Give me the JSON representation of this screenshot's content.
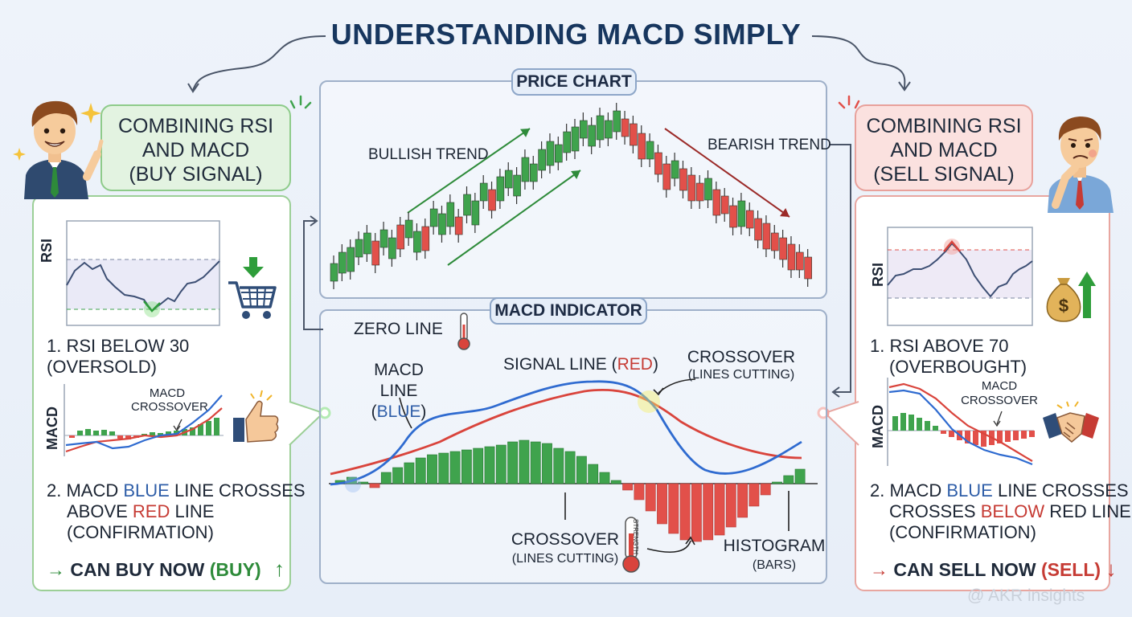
{
  "title": "UNDERSTANDING MACD SIMPLY",
  "left": {
    "header_lines": [
      "COMBINING RSI",
      "AND MACD",
      "(BUY SIGNAL)"
    ],
    "rsi_axis": "RSI",
    "step1_lines": [
      "1. RSI BELOW 30",
      "(OVERSOLD)"
    ],
    "macd_axis": "MACD",
    "crossover_label_lines": [
      "MACD",
      "CROSSOVER"
    ],
    "step2": {
      "line1_prefix": "2. MACD ",
      "line1_blue": "BLUE",
      "line1_suffix": " LINE CROSSES",
      "line2_prefix": "ABOVE ",
      "line2_red": "RED",
      "line2_suffix": " LINE",
      "line3": "(CONFIRMATION)"
    },
    "action": {
      "arrow": "→",
      "text": "CAN BUY NOW",
      "tag": "(BUY)",
      "icon": "↑"
    },
    "icons": [
      "cart-down-icon",
      "thumbs-up-icon",
      "happy-man-icon"
    ]
  },
  "right": {
    "header_lines": [
      "COMBINING RSI",
      "AND MACD",
      "(SELL SIGNAL)"
    ],
    "rsi_axis": "RSI",
    "step1_lines": [
      "1. RSI ABOVE 70",
      "(OVERBOUGHT)"
    ],
    "macd_axis": "MACD",
    "crossover_label_lines": [
      "MACD",
      "CROSSOVER"
    ],
    "step2": {
      "line1_prefix": "2. MACD ",
      "line1_blue": "BLUE",
      "line1_suffix": " LINE CROSSES",
      "line2_prefix": "CROSSES ",
      "line2_red": "BELOW",
      "line2_suffix": " RED LINE",
      "line3": "(CONFIRMATION)"
    },
    "action": {
      "arrow": "→",
      "text": "CAN SELL NOW",
      "tag": "(SELL)",
      "icon": "↓"
    },
    "icons": [
      "money-bag-icon",
      "handshake-icon",
      "worried-man-icon"
    ]
  },
  "price_chart": {
    "tag": "PRICE CHART",
    "bullish_label": "BULLISH TREND",
    "bearish_label": "BEARISH TREND"
  },
  "macd_chart": {
    "tag": "MACD INDICATOR",
    "zero_line": "ZERO LINE",
    "macd_line_label": "MACD LINE",
    "macd_line_color_open": "(",
    "macd_line_color": "BLUE",
    "macd_line_color_close": ")",
    "signal_prefix": "SIGNAL LINE (",
    "signal_color": "RED",
    "signal_suffix": ")",
    "crossover_top": "CROSSOVER",
    "crossover_top_sub": "(LINES CUTTING)",
    "crossover_bottom": "CROSSOVER",
    "crossover_bottom_sub": "(LINES CUTTING)",
    "strength": "STRENGTH",
    "histogram": "HISTOGRAM",
    "histogram_sub": "(BARS)"
  },
  "colors": {
    "bull": "#3fa34d",
    "bear": "#e2504a",
    "macd_blue": "#2f6bd0",
    "signal_red": "#d9443c",
    "title": "#17365e"
  },
  "watermark": "@ AKR insights"
}
